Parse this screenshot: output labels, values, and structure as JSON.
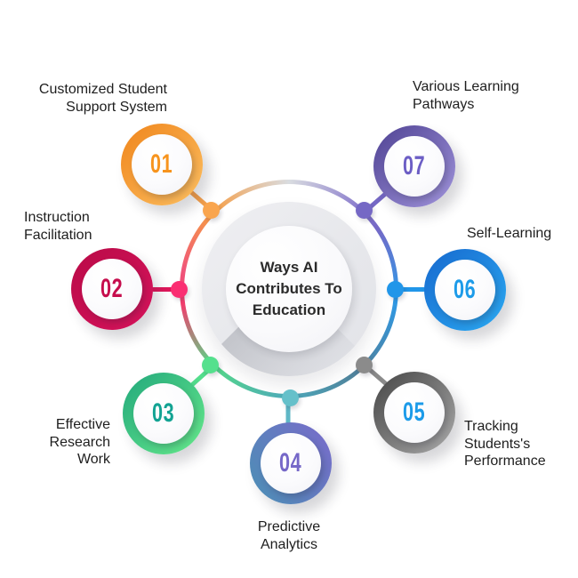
{
  "center": {
    "title": "Ways AI\nContributes To\nEducation"
  },
  "items": [
    {
      "number": "01",
      "label": "Customized Student\nSupport System",
      "accent": "#F7941E",
      "ring_from": "#F0851B",
      "ring_to": "#FBBF62",
      "dot_color": "#F9A54E"
    },
    {
      "number": "02",
      "label": "Instruction\nFacilitation",
      "accent": "#C60D4D",
      "ring_from": "#B90A47",
      "ring_to": "#D6145C",
      "dot_color": "#FA2E72"
    },
    {
      "number": "03",
      "label": "Effective\nResearch\nWork",
      "accent": "#12A393",
      "ring_from": "#22A87C",
      "ring_to": "#67E98B",
      "dot_color": "#55E08D"
    },
    {
      "number": "04",
      "label": "Predictive\nAnalytics",
      "accent": "#7668C8",
      "ring_from": "#7A6ACB",
      "ring_to": "#4A90B4",
      "dot_color": "#65C0CA"
    },
    {
      "number": "05",
      "label": "Tracking\nStudents's\nPerformance",
      "accent": "#1C9BE9",
      "ring_from": "#454545",
      "ring_to": "#ABABAB",
      "dot_color": "#8B8B8B"
    },
    {
      "number": "06",
      "label": "Self-Learning",
      "accent": "#1C9BE9",
      "ring_from": "#1668CE",
      "ring_to": "#2CAAF2",
      "dot_color": "#2196E9"
    },
    {
      "number": "07",
      "label": "Various Learning\nPathways",
      "accent": "#6C5EC5",
      "ring_from": "#4F4293",
      "ring_to": "#A195DC",
      "dot_color": "#7568C5"
    }
  ],
  "ring_gradient": [
    "#D9DCE0",
    "#7668C6",
    "#2E9AE8",
    "#50809A",
    "#4FAABC",
    "#55DA88",
    "#F23D6D",
    "#F69D44"
  ]
}
